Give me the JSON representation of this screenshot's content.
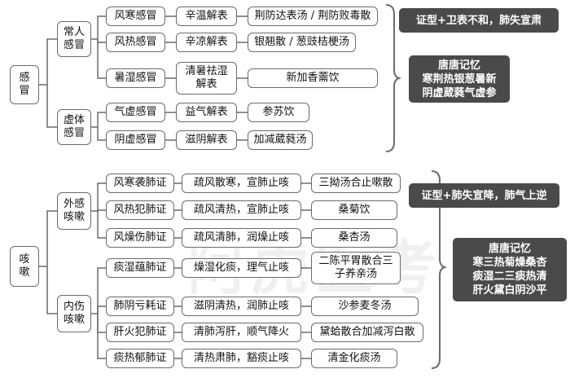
{
  "ganmao": {
    "root": "感\n冒",
    "changren": "常人\n感冒",
    "xuti": "虚体\n感冒",
    "rows": [
      {
        "zheng": "风寒感冒",
        "zhi": "辛温解表",
        "fang": "荆防达表汤 / 荆防败毒散"
      },
      {
        "zheng": "风热感冒",
        "zhi": "辛凉解表",
        "fang": "银翘散 / 葱豉桔梗汤"
      },
      {
        "zheng": "暑湿感冒",
        "zhi": "清暑祛湿\n解表",
        "fang": "新加香薷饮"
      },
      {
        "zheng": "气虚感冒",
        "zhi": "益气解表",
        "fang": "参苏饮"
      },
      {
        "zheng": "阴虚感冒",
        "zhi": "滋阴解表",
        "fang": "加减葳蕤汤"
      }
    ],
    "note1": "证型+卫表不和，肺失宣肃",
    "note2": "唐唐记忆\n寒荆热银葱暑新\n阴虚葳蕤气虚参"
  },
  "kesou": {
    "root": "咳\n嗽",
    "waigan": "外感\n咳嗽",
    "neishang": "内伤\n咳嗽",
    "rows": [
      {
        "zheng": "风寒袭肺证",
        "zhi": "疏风散寒，宣肺止咳",
        "fang": "三拗汤合止嗽散"
      },
      {
        "zheng": "风热犯肺证",
        "zhi": "疏风清热，宣肺止咳",
        "fang": "桑菊饮"
      },
      {
        "zheng": "风燥伤肺证",
        "zhi": "疏风清肺，润燥止咳",
        "fang": "桑杏汤"
      },
      {
        "zheng": "痰湿蕴肺证",
        "zhi": "燥湿化痰，理气止咳",
        "fang": "二陈平胃散合三\n子养亲汤"
      },
      {
        "zheng": "肺阴亏耗证",
        "zhi": "滋阴清热，润肺止咳",
        "fang": "沙参麦冬汤"
      },
      {
        "zheng": "肝火犯肺证",
        "zhi": "清肺泻肝，顺气降火",
        "fang": "黛蛤散合加减泻白散"
      },
      {
        "zheng": "痰热郁肺证",
        "zhi": "清热肃肺，豁痰止咳",
        "fang": "清金化痰汤"
      }
    ],
    "note1": "证型+肺失宣降，肺气上逆",
    "note2": "唐唐记忆\n寒三热菊燥桑杏\n痰湿二三痰热清\n肝火黛白阴沙平"
  },
  "watermark": "阿虎医考"
}
